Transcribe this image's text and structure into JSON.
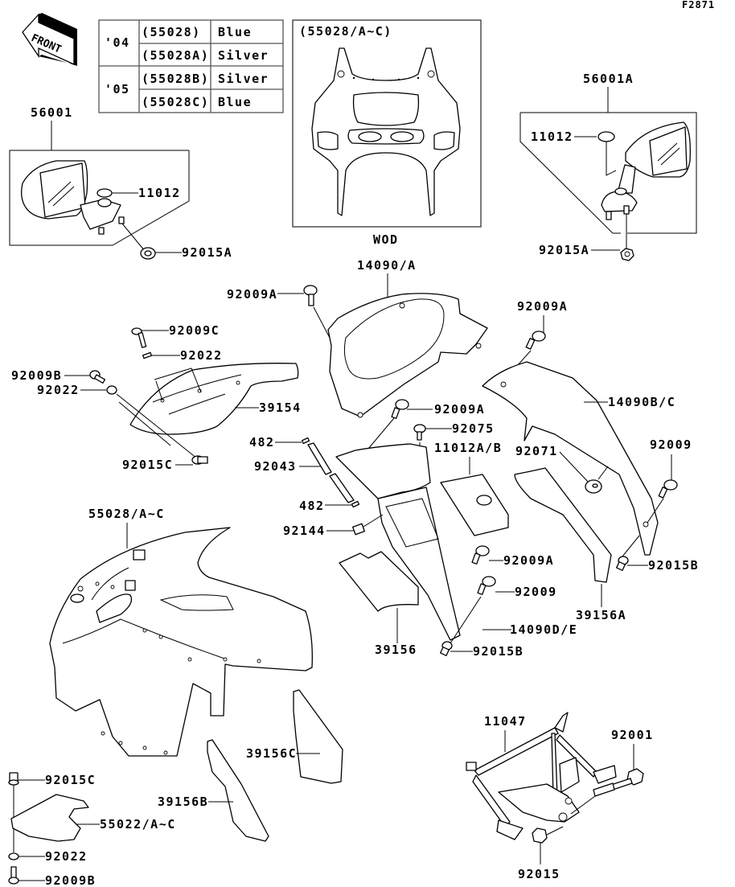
{
  "figure_id": "F2871",
  "direction_indicator": {
    "label": "FRONT",
    "icon": "front-arrow-icon"
  },
  "color_table": {
    "rows": [
      {
        "year": "'04",
        "part": "(55028)",
        "color": "Blue"
      },
      {
        "year": "'04",
        "part": "(55028A)",
        "color": "Silver"
      },
      {
        "year": "'05",
        "part": "(55028B)",
        "color": "Silver"
      },
      {
        "year": "'05",
        "part": "(55028C)",
        "color": "Blue"
      }
    ],
    "year_groups": [
      "'04",
      "'05"
    ]
  },
  "inset_box": {
    "title": "(55028/A~C)",
    "caption": "WOD"
  },
  "callouts": {
    "mirror_left": "56001",
    "mirror_left_cap": "11012",
    "mirror_left_nut": "92015A",
    "mirror_right": "56001A",
    "mirror_right_cap": "11012",
    "mirror_right_nut": "92015A",
    "inner_top": "14090/A",
    "inner_top_bolt": "92009A",
    "right_inner_bolt_top": "92009A",
    "right_inner": "14090B/C",
    "bolt_c": "92009C",
    "washer_top": "92022",
    "bolt_b": "92009B",
    "washer_left": "92022",
    "duct": "39154",
    "nut_c": "92015C",
    "center_bolt_a": "92009A",
    "pin": "92075",
    "cap_ab": "11012A/B",
    "clip_top": "482",
    "rod": "92043",
    "clip_bottom": "482",
    "spring": "92144",
    "grommet": "92071",
    "right_bolt": "92009",
    "nut_b_right": "92015B",
    "pad_right": "39156A",
    "center_bolt_a2": "92009A",
    "center_bolt": "92009",
    "inner_lower": "14090D/E",
    "pad_center": "39156",
    "nut_b_center": "92015B",
    "upper_cowl": "55028/A~C",
    "pad_c": "39156C",
    "pad_b": "39156B",
    "nut_c_bottom": "92015C",
    "cover": "55022/A~C",
    "washer_bottom": "92022",
    "bolt_b_bottom": "92009B",
    "stay": "11047",
    "stay_bolt": "92001",
    "stay_nut": "92015"
  }
}
